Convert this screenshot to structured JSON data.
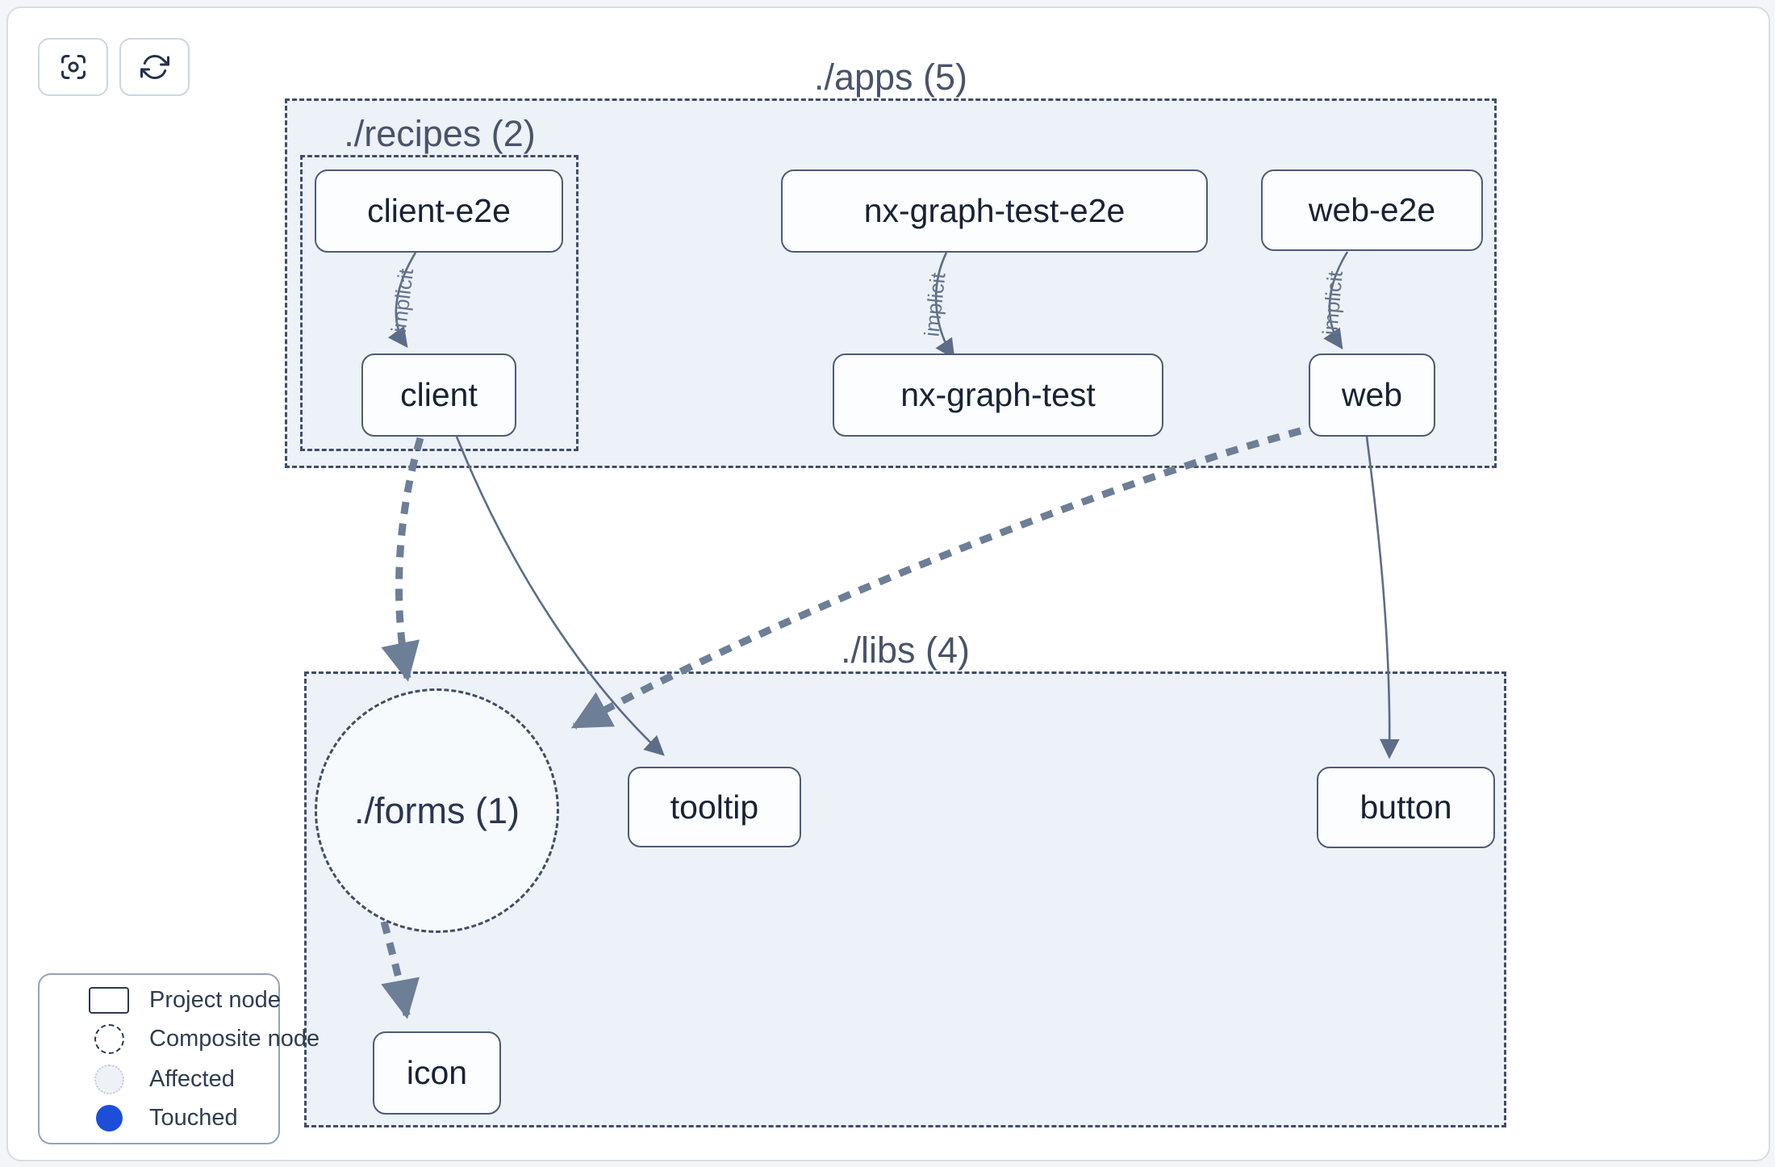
{
  "toolbar": {
    "buttons": [
      {
        "icon": "focus-icon"
      },
      {
        "icon": "refresh-icon"
      }
    ]
  },
  "containers": {
    "apps": {
      "label": "./apps (5)"
    },
    "recipes": {
      "label": "./recipes (2)"
    },
    "libs": {
      "label": "./libs (4)"
    },
    "forms": {
      "label": "./forms (1)"
    }
  },
  "nodes": [
    {
      "id": "client-e2e",
      "label": "client-e2e",
      "container": "./recipes"
    },
    {
      "id": "nx-graph-test-e2e",
      "label": "nx-graph-test-e2e",
      "container": "./apps"
    },
    {
      "id": "web-e2e",
      "label": "web-e2e",
      "container": "./apps"
    },
    {
      "id": "client",
      "label": "client",
      "container": "./recipes"
    },
    {
      "id": "nx-graph-test",
      "label": "nx-graph-test",
      "container": "./apps"
    },
    {
      "id": "web",
      "label": "web",
      "container": "./apps"
    },
    {
      "id": "tooltip",
      "label": "tooltip",
      "container": "./libs"
    },
    {
      "id": "button",
      "label": "button",
      "container": "./libs"
    },
    {
      "id": "icon",
      "label": "icon",
      "container": "./libs"
    }
  ],
  "edges": [
    {
      "from": "client-e2e",
      "to": "client",
      "label": "implicit",
      "style": "thin-solid-arrow"
    },
    {
      "from": "nx-graph-test-e2e",
      "to": "nx-graph-test",
      "label": "implicit",
      "style": "thin-solid-arrow"
    },
    {
      "from": "web-e2e",
      "to": "web",
      "label": "implicit",
      "style": "thin-solid-arrow"
    },
    {
      "from": "client",
      "to": "tooltip",
      "label": "",
      "style": "thin-solid-arrow"
    },
    {
      "from": "web",
      "to": "button",
      "label": "",
      "style": "thin-solid-arrow"
    },
    {
      "from": "web",
      "to": "./forms (1)",
      "label": "",
      "style": "thick-dashed-arrow"
    },
    {
      "from": "client",
      "to": "./forms (1)",
      "label": "",
      "style": "thick-dashed-arrow"
    },
    {
      "from": "./forms (1)",
      "to": "icon",
      "label": "",
      "style": "thick-dashed-arrow"
    }
  ],
  "legend": {
    "items": [
      {
        "swatch": "project-node-swatch",
        "label": "Project node"
      },
      {
        "swatch": "composite-node-swatch",
        "label": "Composite node"
      },
      {
        "swatch": "affected-swatch",
        "label": "Affected"
      },
      {
        "swatch": "touched-swatch",
        "label": "Touched"
      }
    ]
  },
  "colors": {
    "container_fill": "#edf1f8",
    "container_border": "#404e66",
    "node_border": "#4d5b75",
    "node_text": "#192234",
    "thin_edge": "#5d6d87",
    "thick_edge": "#6d7e97",
    "touched_blue": "#1d4ed8"
  }
}
